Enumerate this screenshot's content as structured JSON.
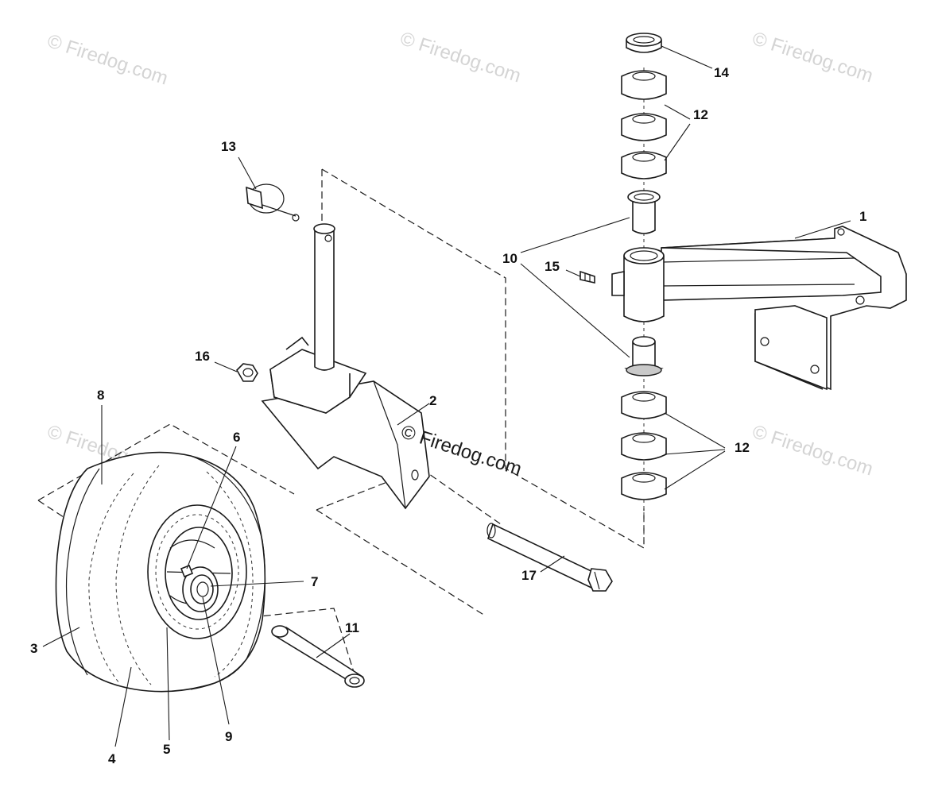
{
  "watermark": {
    "tl": "© Firedog.com",
    "tc": "© Firedog.com",
    "tr": "© Firedog.com",
    "ml": "© Firedog.com",
    "mr": "© Firedog.com",
    "center": "© Firedog.com"
  },
  "callouts": {
    "c1": "1",
    "c2": "2",
    "c3": "3",
    "c4": "4",
    "c5": "5",
    "c6": "6",
    "c7": "7",
    "c8": "8",
    "c9": "9",
    "c10": "10",
    "c11": "11",
    "c12a": "12",
    "c12b": "12",
    "c13": "13",
    "c14": "14",
    "c15": "15",
    "c16": "16",
    "c17": "17"
  }
}
